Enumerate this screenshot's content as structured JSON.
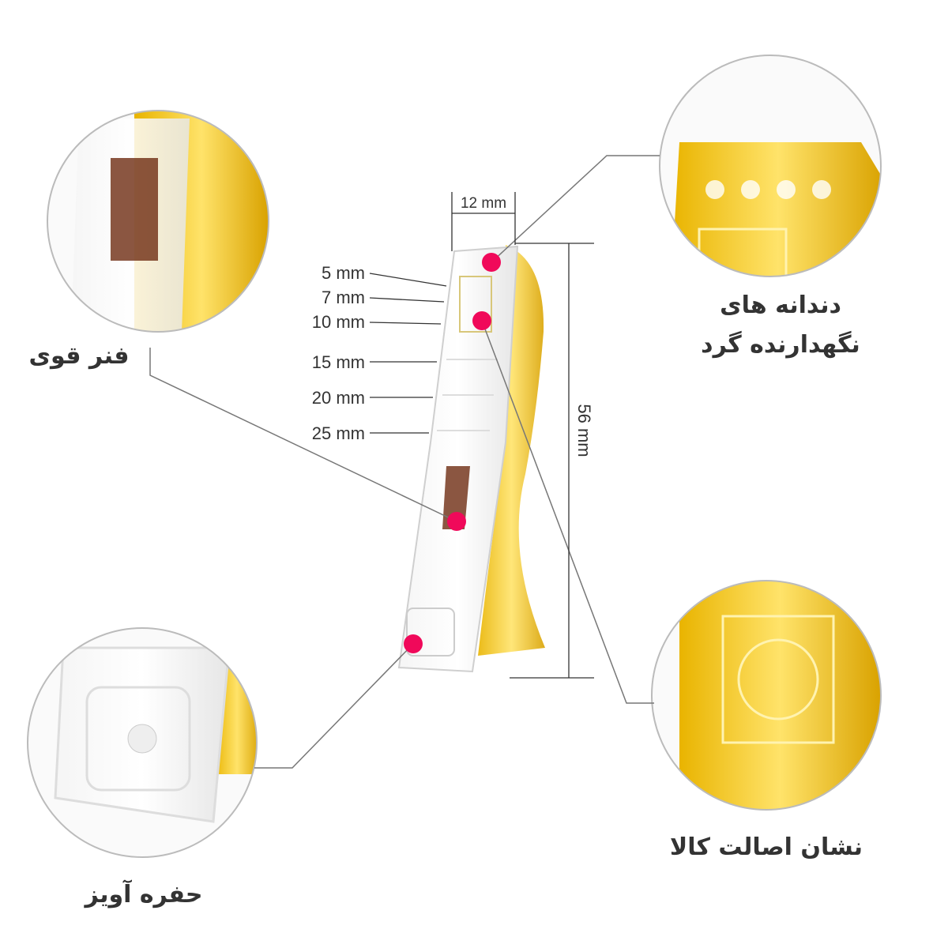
{
  "dimensions": {
    "width_label": "12 mm",
    "height_label": "56 mm",
    "opening_labels": [
      "5 mm",
      "7 mm",
      "10 mm",
      "15 mm",
      "20 mm",
      "25 mm"
    ]
  },
  "callouts": {
    "spring": "فنر قوی",
    "teeth_line1": "دندانه های",
    "teeth_line2": "نگهدارنده گرد",
    "authenticity": "نشان اصالت کالا",
    "hang_hole": "حفره آویز"
  },
  "colors": {
    "accent_dot": "#f0095a",
    "clip_yellow": "#f4c400",
    "line": "#777777"
  }
}
